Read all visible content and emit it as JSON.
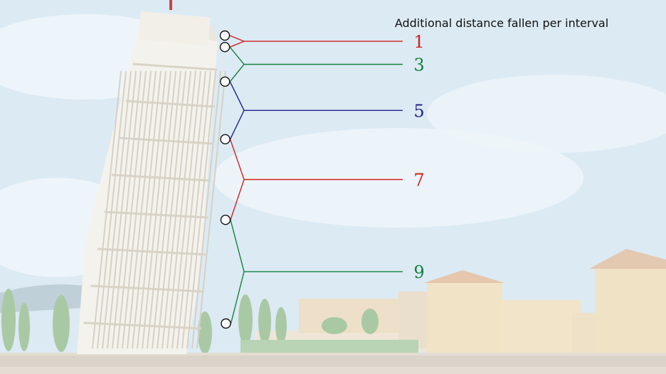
{
  "title": "Additional distance fallen per interval",
  "intervals": [
    {
      "label": "1",
      "color": "#d0201e"
    },
    {
      "label": "3",
      "color": "#14823c"
    },
    {
      "label": "5",
      "color": "#22228c"
    },
    {
      "label": "7",
      "color": "#d0201e"
    },
    {
      "label": "9",
      "color": "#14823c"
    }
  ],
  "background": {
    "sky": "#dceaf4",
    "tower": "#f4f2ec",
    "buildings": "#efe2c8",
    "trees": "#9fc29c",
    "crowd": "#d9d4cc"
  }
}
